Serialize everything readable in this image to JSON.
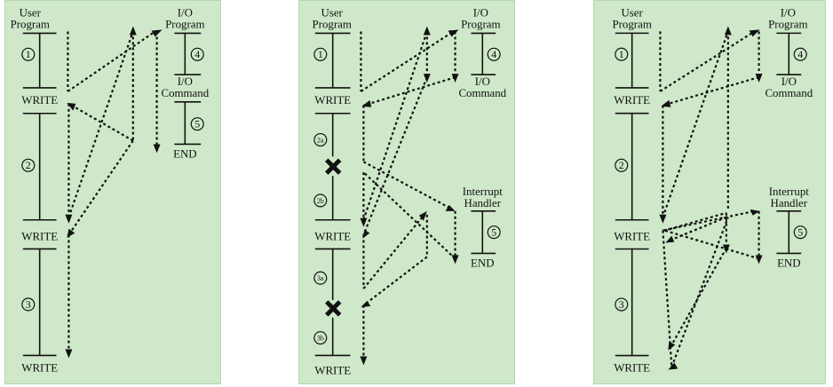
{
  "panels": {
    "a": {
      "user_program_title": [
        "User",
        "Program"
      ],
      "io_program_title": [
        "I/O",
        "Program"
      ],
      "io_command_label": [
        "I/O",
        "Command"
      ],
      "end_label": "END",
      "write_labels": [
        "WRITE",
        "WRITE",
        "WRITE"
      ],
      "steps": [
        "1",
        "2",
        "3",
        "4",
        "5"
      ]
    },
    "b": {
      "user_program_title": [
        "User",
        "Program"
      ],
      "io_program_title": [
        "I/O",
        "Program"
      ],
      "io_command_label": [
        "I/O",
        "Command"
      ],
      "interrupt_handler_title": [
        "Interrupt",
        "Handler"
      ],
      "end_label": "END",
      "write_labels": [
        "WRITE",
        "WRITE",
        "WRITE"
      ],
      "steps": [
        "1",
        "2a",
        "2b",
        "3a",
        "3b",
        "4",
        "5"
      ]
    },
    "c": {
      "user_program_title": [
        "User",
        "Program"
      ],
      "io_program_title": [
        "I/O",
        "Program"
      ],
      "io_command_label": [
        "I/O",
        "Command"
      ],
      "interrupt_handler_title": [
        "Interrupt",
        "Handler"
      ],
      "end_label": "END",
      "write_labels": [
        "WRITE",
        "WRITE",
        "WRITE"
      ],
      "steps": [
        "1",
        "2",
        "3",
        "4",
        "5"
      ]
    }
  },
  "colors": {
    "panel_background": "#cfe8c9",
    "ink": "#111111"
  }
}
